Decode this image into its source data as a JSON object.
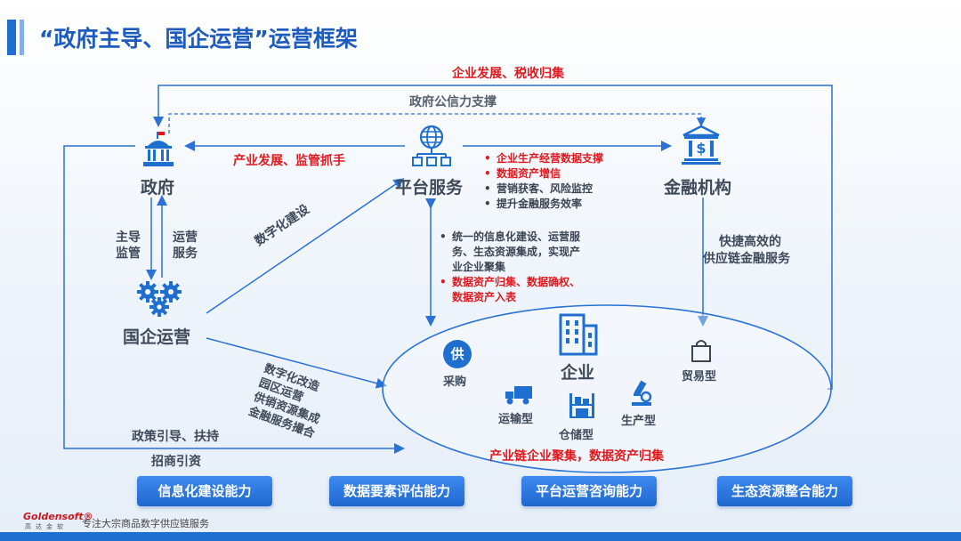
{
  "title": "“政府主导、国企运营”运营框架",
  "top_red": "企业发展、税收归集",
  "top_grey": "政府公信力支撑",
  "nodes": {
    "government": "政府",
    "platform": "平台服务",
    "finance": "金融机构",
    "soe": "国企运营"
  },
  "gov_left": [
    "主导",
    "监管"
  ],
  "gov_right": [
    "运营",
    "服务"
  ],
  "industry_label": "产业发展、监管抓手",
  "digital_build": "数字化建设",
  "finance_bullets": [
    {
      "text": "企业生产经营数据支撑",
      "color": "red"
    },
    {
      "text": "数据资产增信",
      "color": "red"
    },
    {
      "text": "营销获客、风险监控",
      "color": "dark"
    },
    {
      "text": "提升金融服务效率",
      "color": "dark"
    }
  ],
  "platform_bullets": [
    {
      "lines": [
        "统一的信息化建设、运营服",
        "务、生态资源集成，实现产",
        "业企业聚集"
      ],
      "color": "dark"
    },
    {
      "lines": [
        "数据资产归集、数据确权、",
        "数据资产入表"
      ],
      "color": "red"
    }
  ],
  "finance_service": [
    "快捷高效的",
    "供应链金融服务"
  ],
  "soe_ops": [
    "数字化改造",
    "园区运营",
    "供销资源集成",
    "金融服务撮合"
  ],
  "policy": "政策引导、扶持",
  "attract": "招商引资",
  "ellipse": {
    "purchase_icon_char": "供",
    "purchase": "采购",
    "enterprise": "企业",
    "trade": "贸易型",
    "transport": "运输型",
    "storage": "仓储型",
    "production": "生产型",
    "bottom": "产业链企业聚集，数据资产归集"
  },
  "capabilities": [
    "信息化建设能力",
    "数据要素评估能力",
    "平台运营咨询能力",
    "生态资源整合能力"
  ],
  "footer": {
    "logo": "Goldensoft®",
    "logo_sub": "高达金软",
    "slogan": "专注大宗商品数字供应链服务"
  },
  "colors": {
    "primary": "#1f6fd1",
    "accent_red": "#e0191e",
    "line": "#2a72d6"
  },
  "icons": [
    "government-building-icon",
    "network-hub-icon",
    "bank-icon",
    "gears-icon",
    "supply-badge-icon",
    "office-building-icon",
    "truck-icon",
    "warehouse-icon",
    "microscope-icon",
    "shopping-bag-icon"
  ]
}
